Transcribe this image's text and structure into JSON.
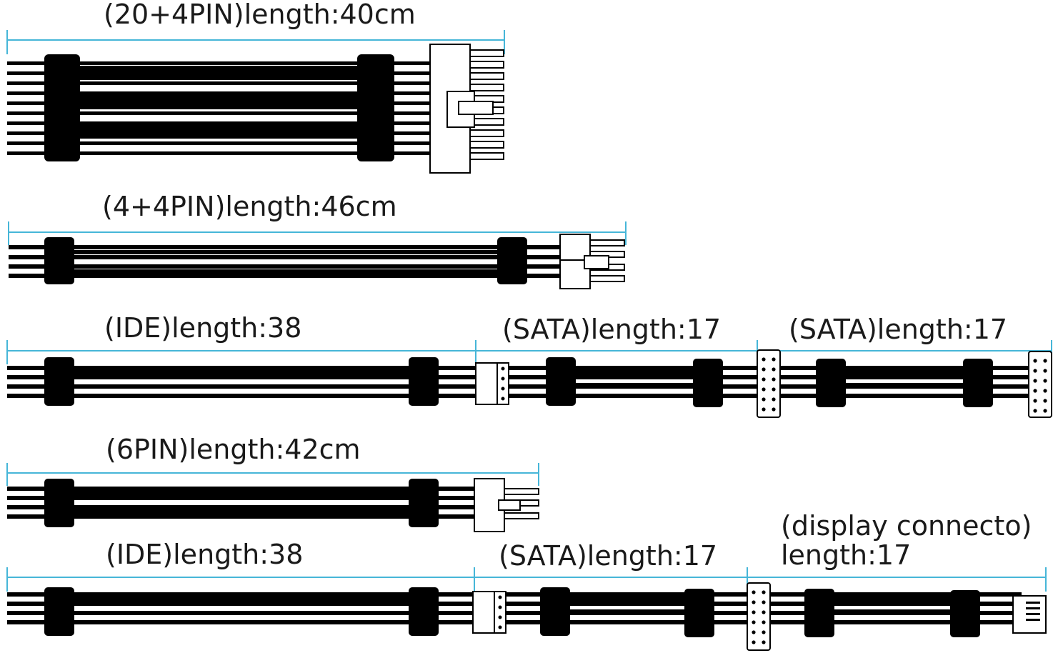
{
  "cables": [
    {
      "label": "(20+4PIN)length:40cm"
    },
    {
      "label": "(4+4PIN)length:46cm"
    },
    {
      "label": "(IDE)length:38"
    },
    {
      "label": "(SATA)length:17"
    },
    {
      "label": "(SATA)length:17"
    },
    {
      "label": "(6PIN)length:42cm"
    },
    {
      "label": "(IDE)length:38"
    },
    {
      "label": "(SATA)length:17"
    },
    {
      "label_line1": "(display connecto)",
      "label_line2": "length:17"
    }
  ],
  "colors": {
    "dimension_line": "#46b6d8",
    "cable": "#000000",
    "connector": "#ffffff"
  }
}
